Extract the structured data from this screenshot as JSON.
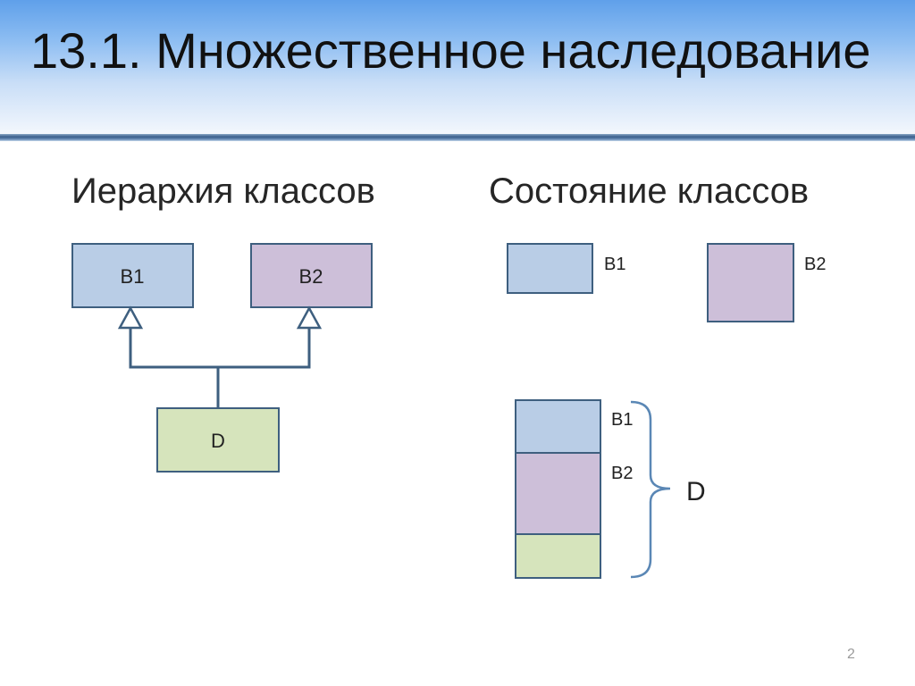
{
  "slide": {
    "title": "13.1. Множественное наследование",
    "page_number": "2"
  },
  "hierarchy": {
    "heading": "Иерархия классов",
    "b1": "B1",
    "b2": "B2",
    "d": "D"
  },
  "state": {
    "heading": "Состояние классов",
    "b1": "B1",
    "b2": "B2",
    "d_part_b1": "B1",
    "d_part_b2": "B2",
    "d": "D"
  },
  "colors": {
    "b1_fill": "#b9cde6",
    "b2_fill": "#cdbfd9",
    "d_fill": "#d6e4bc",
    "stroke": "#3e5f7f",
    "brace": "#5a87b5"
  }
}
